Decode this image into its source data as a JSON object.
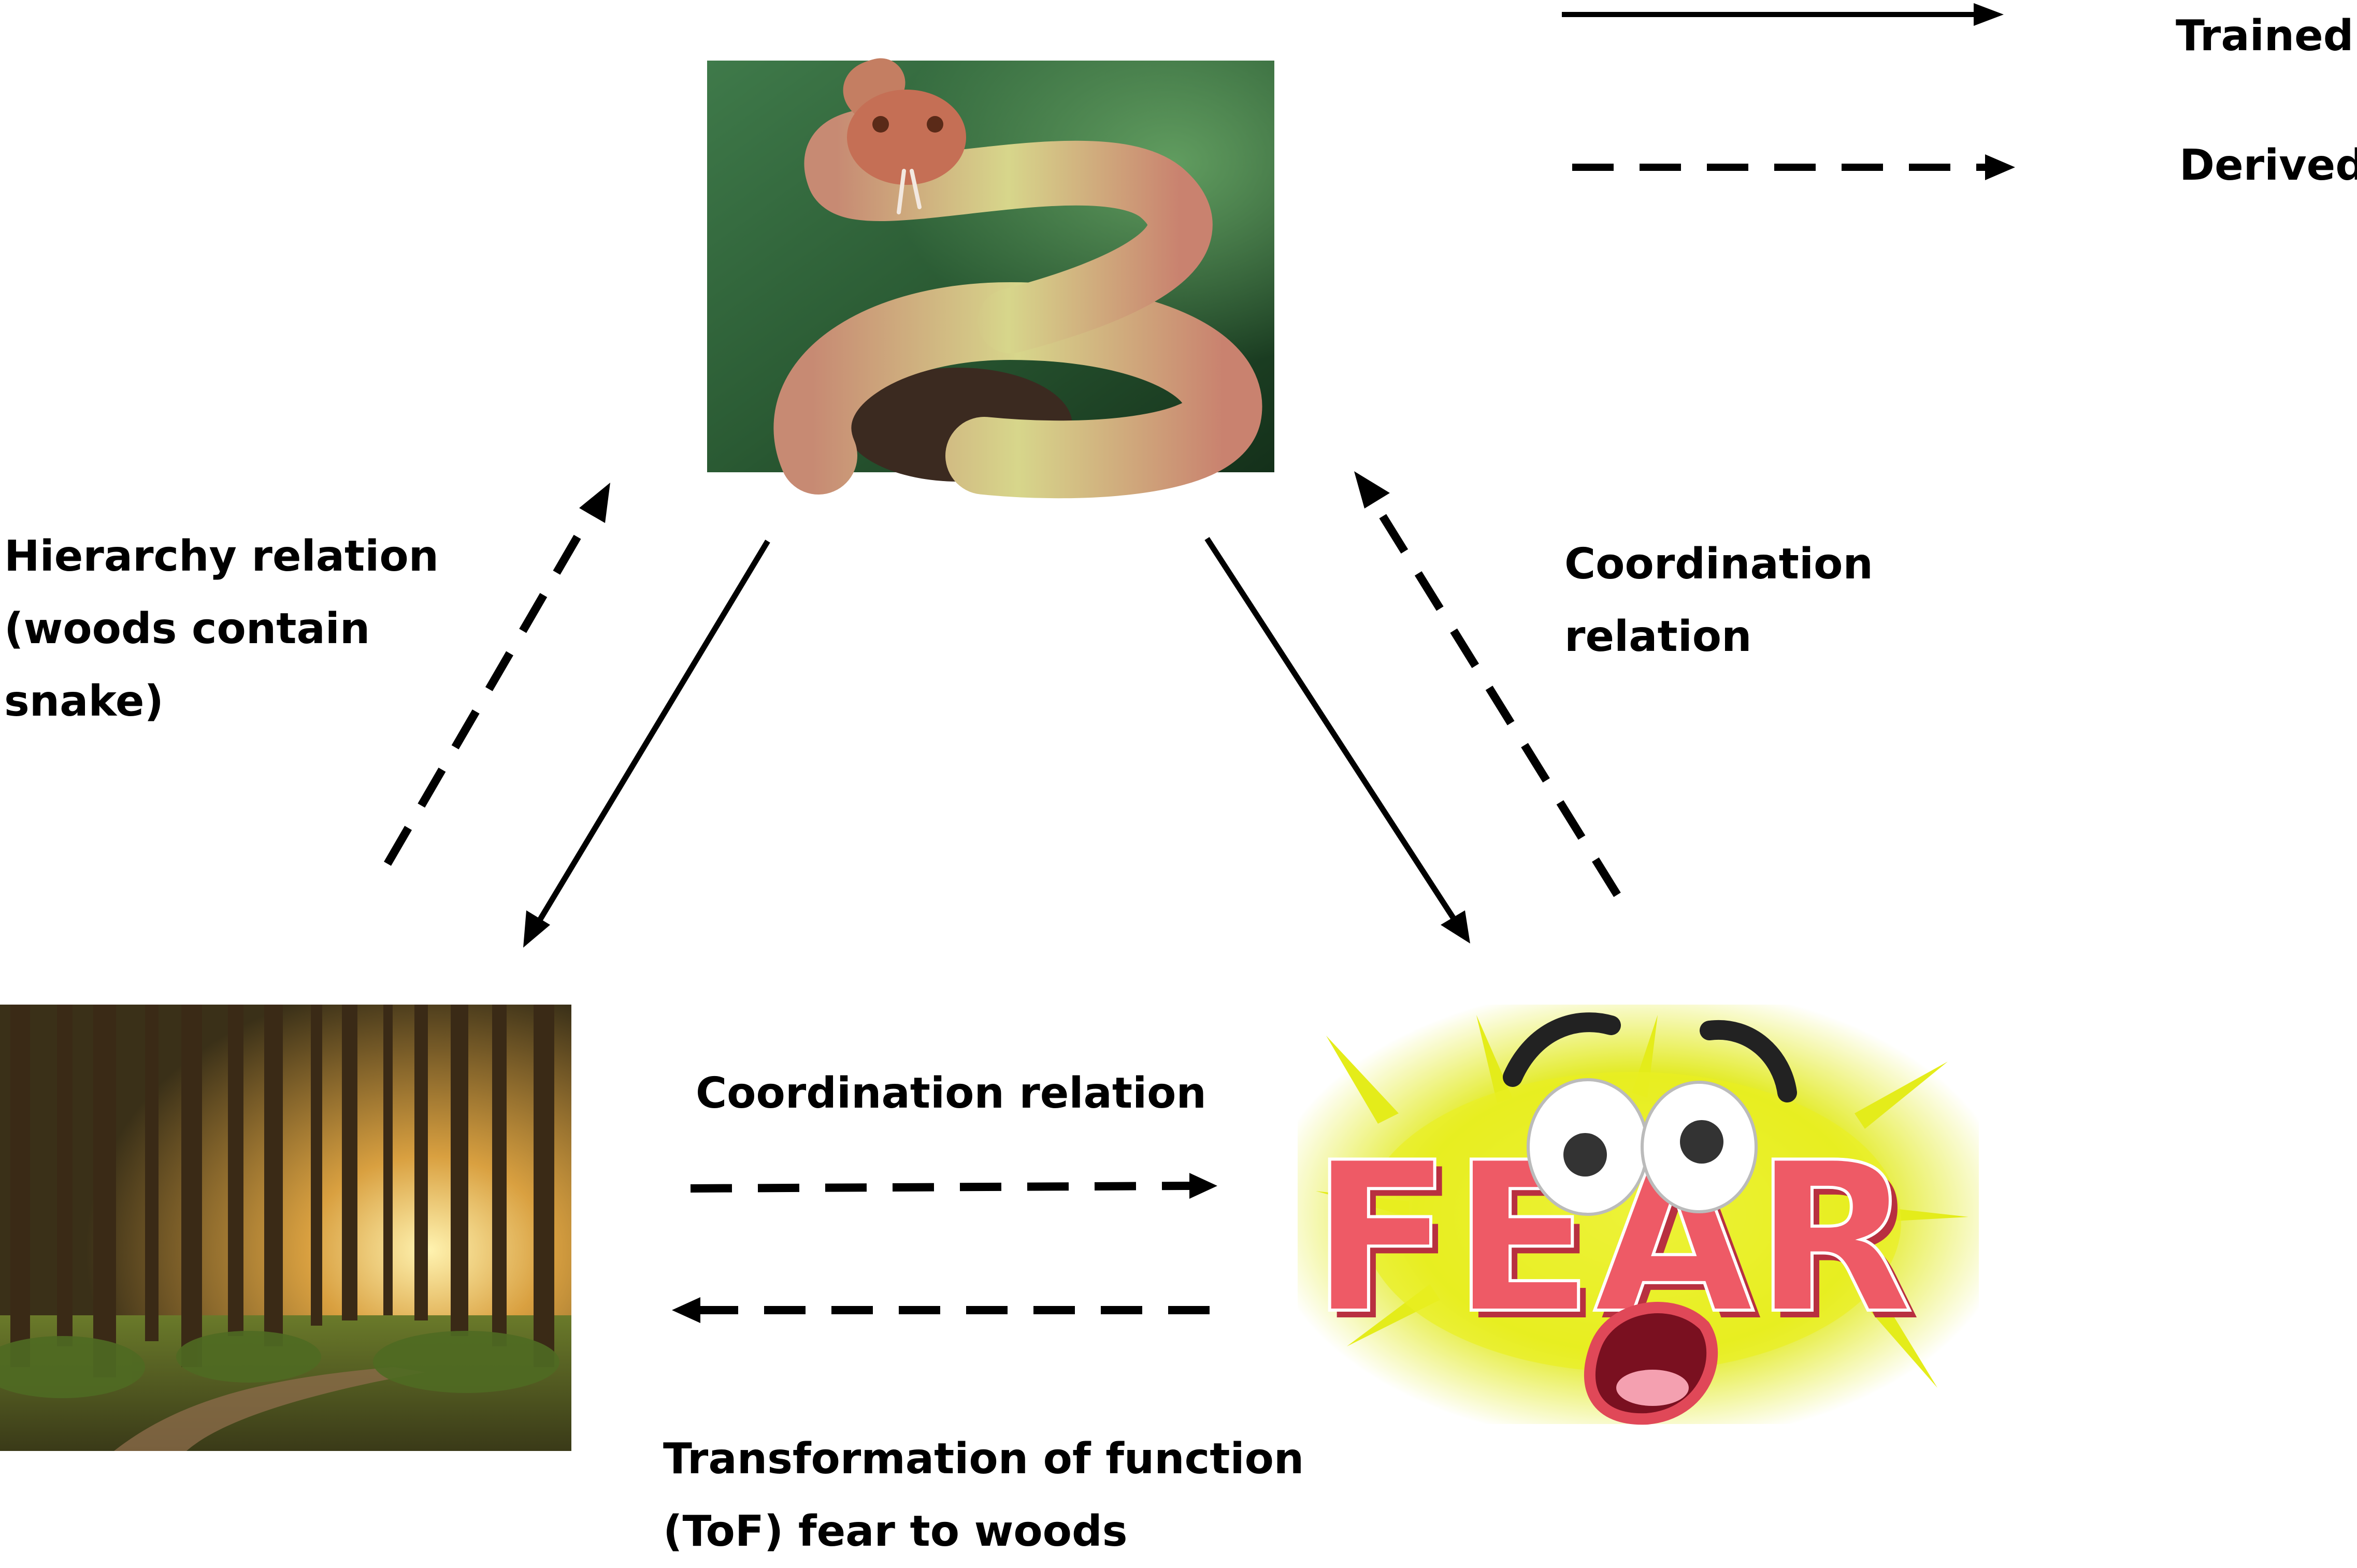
{
  "legend": {
    "trained_label": "Trained",
    "derived_label": "Derived"
  },
  "nodes": {
    "snake": {
      "icon": "snake-photo"
    },
    "woods": {
      "icon": "forest-photo"
    },
    "fear": {
      "icon": "fear-cartoon",
      "word": "FEAR"
    }
  },
  "relations": {
    "hierarchy": "Hierarchy relation\n(woods contain\nsnake)",
    "coordination_snake_fear": "Coordination\nrelation",
    "coordination_woods_fear": "Coordination relation",
    "transformation": "Transformation of function\n(ToF) fear to woods"
  },
  "colors": {
    "arrow": "#000000",
    "text": "#000000",
    "fear_letters": "#e8505b",
    "fear_burst": "#e6f01a"
  }
}
